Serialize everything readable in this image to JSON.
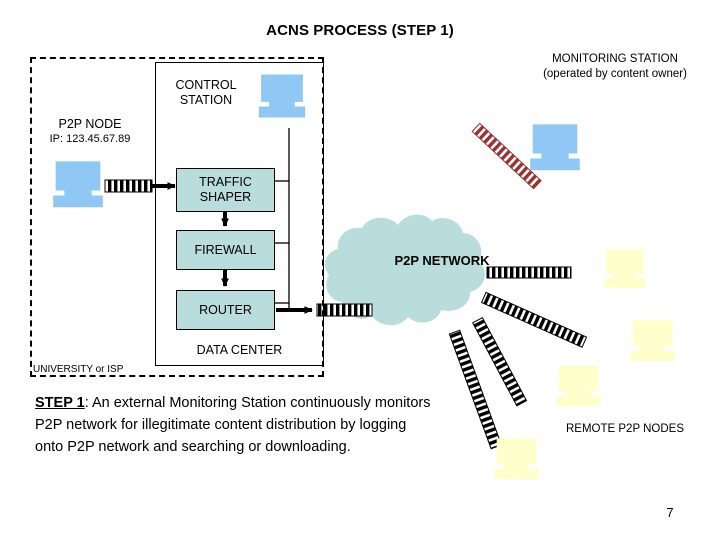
{
  "slide": {
    "title": "ACNS PROCESS (STEP 1)",
    "page_number": "7",
    "background_color": "#ffffff"
  },
  "colors": {
    "computer_blue": "#8fc7f5",
    "computer_yellow": "#ffffcc",
    "box_teal": "#b9dddd",
    "cloud_teal": "#b9dddd",
    "outline_black": "#000000",
    "monitor_link_red": "#993333"
  },
  "university_zone": {
    "label": "UNIVERSITY or ISP"
  },
  "data_center": {
    "label": "DATA CENTER",
    "devices": [
      {
        "label": "TRAFFIC SHAPER"
      },
      {
        "label": "FIREWALL"
      },
      {
        "label": "ROUTER"
      }
    ]
  },
  "nodes": {
    "control_station": {
      "label": "CONTROL STATION",
      "icon": "computer-icon",
      "color": "#8fc7f5"
    },
    "p2p_node": {
      "label": "P2P NODE",
      "ip": "IP: 123.45.67.89",
      "icon": "computer-icon",
      "color": "#8fc7f5"
    },
    "monitoring_station": {
      "label": "MONITORING STATION (operated by content owner)",
      "icon": "computer-icon",
      "color": "#8fc7f5"
    },
    "remote_p2p_nodes": {
      "label": "REMOTE P2P NODES",
      "icon": "computer-icon",
      "color": "#ffffcc",
      "count": 4
    }
  },
  "cloud": {
    "label": "P2P NETWORK",
    "color": "#b9dddd"
  },
  "caption": {
    "lead": "STEP 1",
    "body": ":  An external Monitoring Station continuously monitors P2P network for illegitimate content distribution by logging onto P2P network and searching or downloading."
  }
}
